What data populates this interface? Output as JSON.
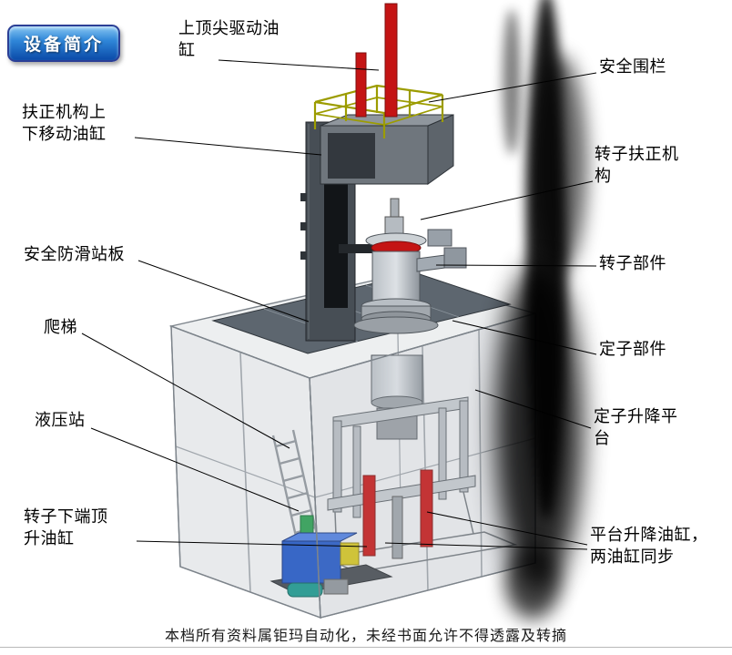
{
  "badge": {
    "label": "设备简介"
  },
  "annotations": {
    "top_drive_cylinder": "上顶尖驱动油\n缸",
    "safety_fence": "安全围栏",
    "centering_updown_cylinder": "扶正机构上\n下移动油缸",
    "rotor_centering_mechanism": "转子扶正机\n构",
    "antislip_board": "安全防滑站板",
    "rotor_component": "转子部件",
    "ladder": "爬梯",
    "stator_component": "定子部件",
    "hydraulic_station": "液压站",
    "stator_lift_platform": "定子升降平\n台",
    "rotor_bottom_jack_cylinder": "转子下端顶\n升油缸",
    "platform_lift_cylinders": "平台升降油缸，\n两油缸同步"
  },
  "footer": {
    "notice": "本档所有资料属钜玛自动化，未经书面允许不得透露及转摘"
  },
  "colors": {
    "badge_blue": "#0a4aa8",
    "cylinder_red": "#c41414",
    "railing_yellow": "#9c9c00",
    "hydraulic_blue": "#1f55c4",
    "platform_gray": "#5d666f",
    "cage_gray": "#c6cace"
  }
}
